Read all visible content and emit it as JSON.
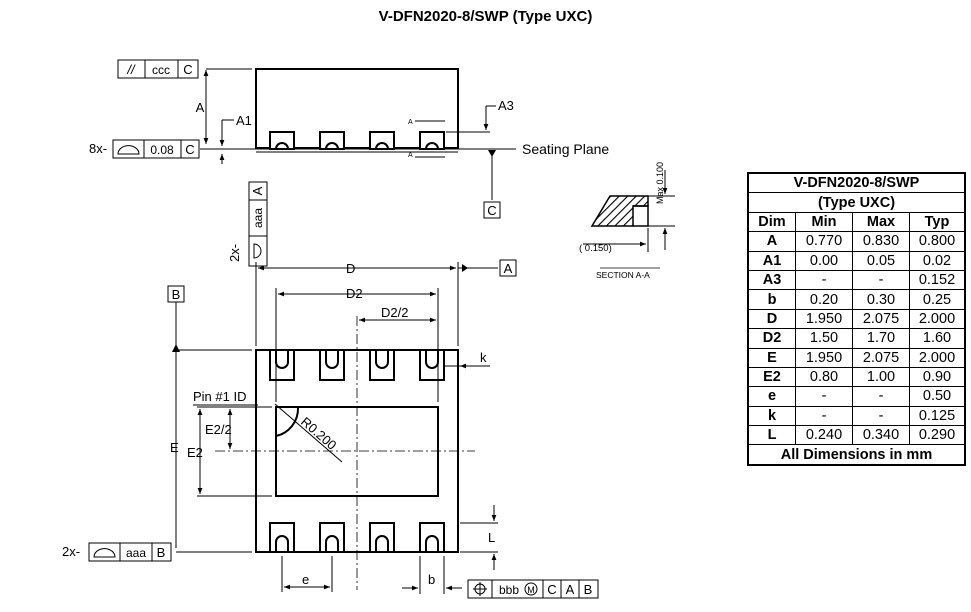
{
  "title": "V-DFN2020-8/SWP (Type UXC)",
  "side_view": {
    "fcf_parallel": [
      "//",
      "ccc",
      "C"
    ],
    "fcf_profile": [
      "0.08",
      "C"
    ],
    "profile_prefix": "8x-",
    "label_A": "A",
    "label_A1": "A1",
    "label_A3": "A3",
    "section_marker": "A",
    "seating_plane": "Seating Plane",
    "datum_C": "C"
  },
  "section": {
    "max_label": "Max 0.100",
    "dim_label": "( 0.150)",
    "caption": "SECTION A-A"
  },
  "bottom_view": {
    "fcf_vertical": [
      "A",
      "aaa"
    ],
    "vertical_prefix": "2x-",
    "label_D": "D",
    "label_D2": "D2",
    "label_D2_half": "D2/2",
    "datum_A": "A",
    "datum_B": "B",
    "label_k": "k",
    "pin1": "Pin #1 ID",
    "label_E2_half": "E2/2",
    "label_E": "E",
    "label_E2": "E2",
    "radius": "R0.200",
    "fcf_left": [
      "aaa",
      "B"
    ],
    "left_prefix": "2x-",
    "label_L": "L",
    "label_e": "e",
    "label_b": "b",
    "fcf_position": [
      "bbb",
      "M",
      "C",
      "A",
      "B"
    ]
  },
  "table": {
    "caption_line1": "V-DFN2020-8/SWP",
    "caption_line2": "(Type UXC)",
    "headers": [
      "Dim",
      "Min",
      "Max",
      "Typ"
    ],
    "rows": [
      [
        "A",
        "0.770",
        "0.830",
        "0.800"
      ],
      [
        "A1",
        "0.00",
        "0.05",
        "0.02"
      ],
      [
        "A3",
        "-",
        "-",
        "0.152"
      ],
      [
        "b",
        "0.20",
        "0.30",
        "0.25"
      ],
      [
        "D",
        "1.950",
        "2.075",
        "2.000"
      ],
      [
        "D2",
        "1.50",
        "1.70",
        "1.60"
      ],
      [
        "E",
        "1.950",
        "2.075",
        "2.000"
      ],
      [
        "E2",
        "0.80",
        "1.00",
        "0.90"
      ],
      [
        "e",
        "-",
        "-",
        "0.50"
      ],
      [
        "k",
        "-",
        "-",
        "0.125"
      ],
      [
        "L",
        "0.240",
        "0.340",
        "0.290"
      ]
    ],
    "footer": "All Dimensions in mm"
  }
}
